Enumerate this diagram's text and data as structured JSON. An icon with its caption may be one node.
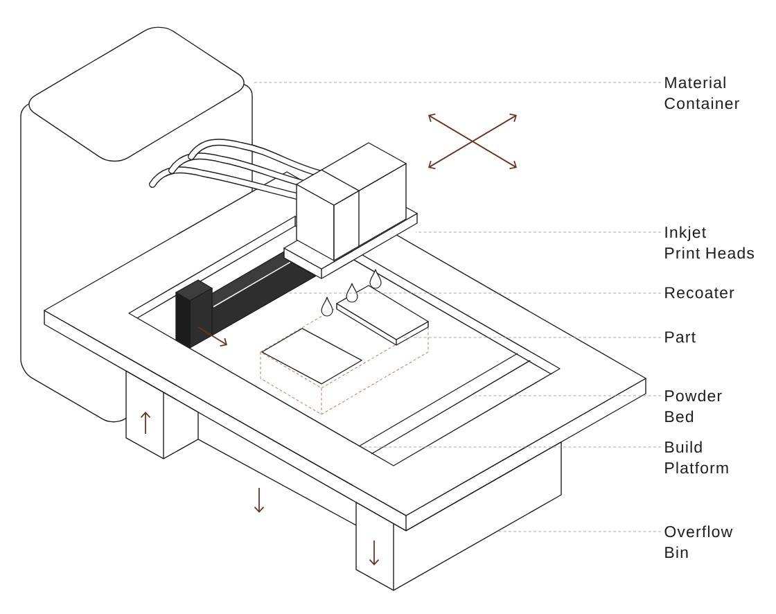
{
  "diagram": {
    "nodes": [
      {
        "text": [
          "Material Container"
        ]
      },
      {
        "text": [
          "Inkjet Print Heads"
        ]
      },
      {
        "text": [
          "Recoater"
        ]
      },
      {
        "text": [
          "Part"
        ]
      },
      {
        "text": [
          "Powder Bed"
        ]
      },
      {
        "text": [
          "Build Platform"
        ]
      },
      {
        "text": [
          "Overflow Bin"
        ]
      },
      {
        "text": [],
        "shape": "picture"
      },
      {
        "text": [],
        "shape": "picture"
      },
      {
        "text": [],
        "shape": "picture"
      },
      {
        "text": [],
        "shape": "picture",
        "in": 9
      },
      {
        "text": [],
        "shape": "picture",
        "in": 9
      },
      {
        "text": [],
        "shape": "picture",
        "in": 9
      },
      {
        "text": [],
        "shape": "picture"
      }
    ],
    "edges": [
      {
        "from": 0,
        "to": 7,
        "arrow": "none"
      },
      {
        "from": 1,
        "to": 8,
        "arrow": "none"
      },
      {
        "from": 2,
        "to": 10,
        "arrow": "none"
      },
      {
        "from": 3,
        "to": 11,
        "arrow": "none"
      },
      {
        "from": 4,
        "to": 9,
        "arrow": "none"
      },
      {
        "from": 5,
        "to": 12,
        "arrow": "none"
      },
      {
        "from": 6,
        "to": 13,
        "arrow": "none"
      }
    ]
  }
}
